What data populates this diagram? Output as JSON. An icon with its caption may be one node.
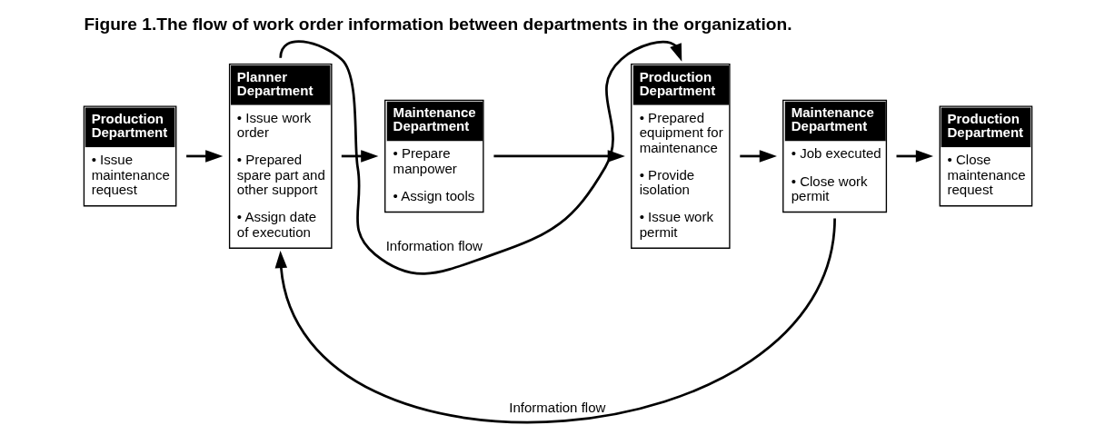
{
  "diagram": {
    "title": "Figure 1.The flow of work order information between departments in the organization.",
    "nodes": [
      {
        "text": [
          "Production Department",
          "• Issue maintenance request"
        ]
      },
      {
        "text": [
          "Planner Department",
          "• Issue work order",
          "• Prepared spare part and other support",
          "• Assign date of execution"
        ]
      },
      {
        "text": [
          "Maintenance Department",
          "• Prepare manpower",
          "• Assign tools"
        ]
      },
      {
        "text": [
          "Production Department",
          "• Prepared equipment for maintenance",
          "• Provide isolation",
          "• Issue work permit"
        ]
      },
      {
        "text": [
          "Maintenance Department",
          "• Job executed",
          "• Close work permit"
        ]
      },
      {
        "text": [
          "Production Department",
          "• Close maintenance request"
        ]
      }
    ],
    "edges": [
      {
        "from": 0,
        "to": 1,
        "arrow": "to"
      },
      {
        "from": 1,
        "to": 2,
        "arrow": "to"
      },
      {
        "from": 2,
        "to": 3,
        "arrow": "to"
      },
      {
        "from": 3,
        "to": 4,
        "arrow": "to"
      },
      {
        "from": 4,
        "to": 5,
        "arrow": "to"
      },
      {
        "from": 1,
        "to": 3,
        "arrow": "to",
        "label": "Information flow"
      },
      {
        "from": 4,
        "to": 1,
        "arrow": "to",
        "label": "Information flow"
      }
    ]
  }
}
